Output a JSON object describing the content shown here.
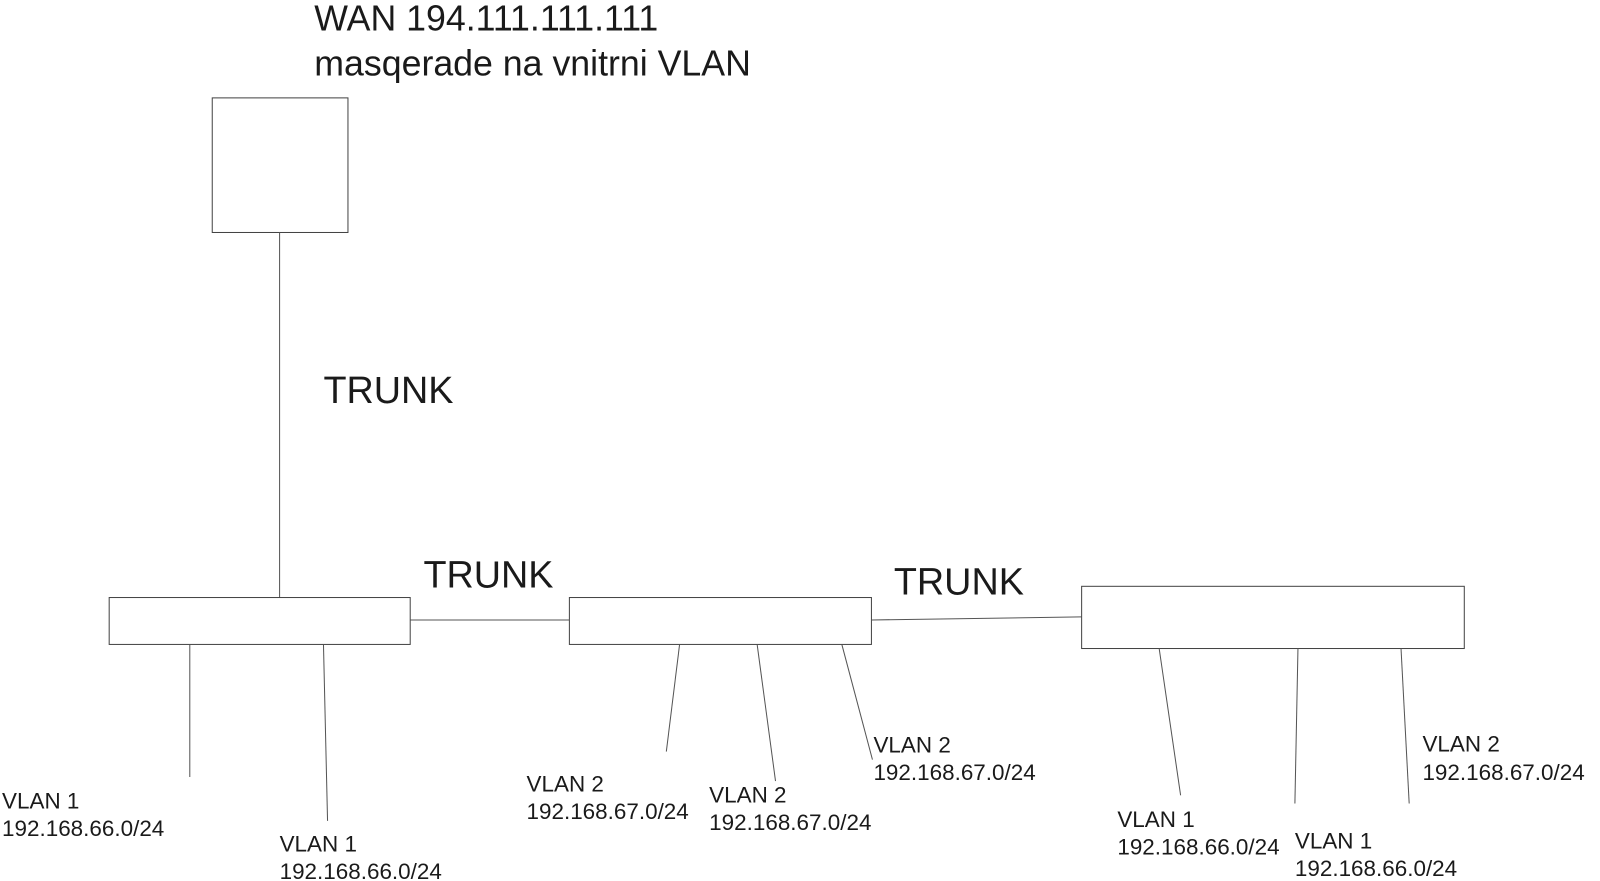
{
  "router": {
    "line1": "WAN 194.111.111.111",
    "line2": "masqerade na vnitrni VLAN"
  },
  "trunks": [
    "TRUNK",
    "TRUNK",
    "TRUNK"
  ],
  "ports": [
    {
      "vlan": "VLAN 1",
      "subnet": "192.168.66.0/24"
    },
    {
      "vlan": "VLAN 1",
      "subnet": "192.168.66.0/24"
    },
    {
      "vlan": "VLAN 2",
      "subnet": "192.168.67.0/24"
    },
    {
      "vlan": "VLAN 2",
      "subnet": "192.168.67.0/24"
    },
    {
      "vlan": "VLAN 2",
      "subnet": "192.168.67.0/24"
    },
    {
      "vlan": "VLAN 1",
      "subnet": "192.168.66.0/24"
    },
    {
      "vlan": "VLAN 1",
      "subnet": "192.168.66.0/24"
    },
    {
      "vlan": "VLAN 2",
      "subnet": "192.168.67.0/24"
    }
  ]
}
